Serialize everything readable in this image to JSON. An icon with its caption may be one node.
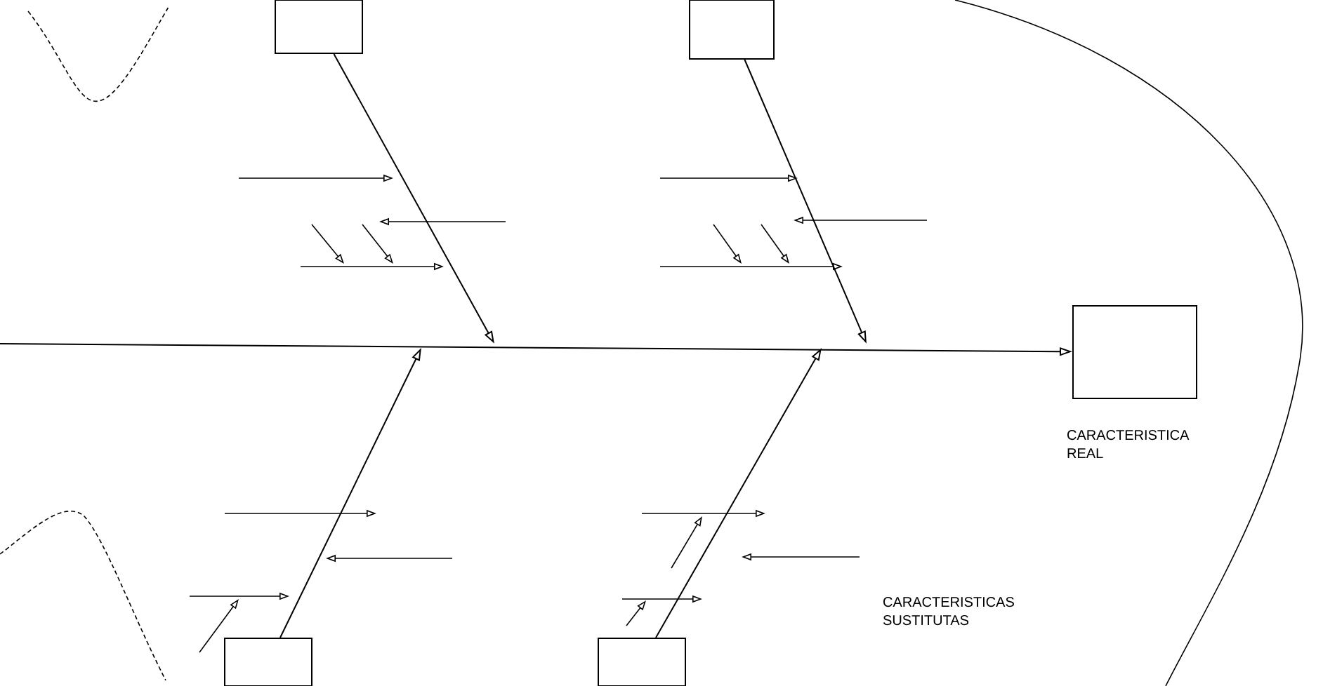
{
  "diagram": {
    "nodes": [
      {
        "text": [],
        "shape": "box"
      },
      {
        "text": [],
        "shape": "box"
      },
      {
        "text": [],
        "shape": "box",
        "beside": [
          "CARACTERISTICA REAL"
        ]
      },
      {
        "text": [],
        "shape": "box"
      },
      {
        "text": [],
        "shape": "box"
      }
    ],
    "edges": [
      {
        "from": null,
        "to": 2,
        "arrow": "to"
      },
      {
        "from": 0,
        "to": null,
        "arrow": "to"
      },
      {
        "from": 1,
        "to": null,
        "arrow": "to"
      },
      {
        "from": 3,
        "to": null,
        "arrow": "to"
      },
      {
        "from": 4,
        "to": null,
        "arrow": "to"
      }
    ],
    "labels": [
      "CARACTERISTICAS SUSTITUTAS"
    ]
  }
}
